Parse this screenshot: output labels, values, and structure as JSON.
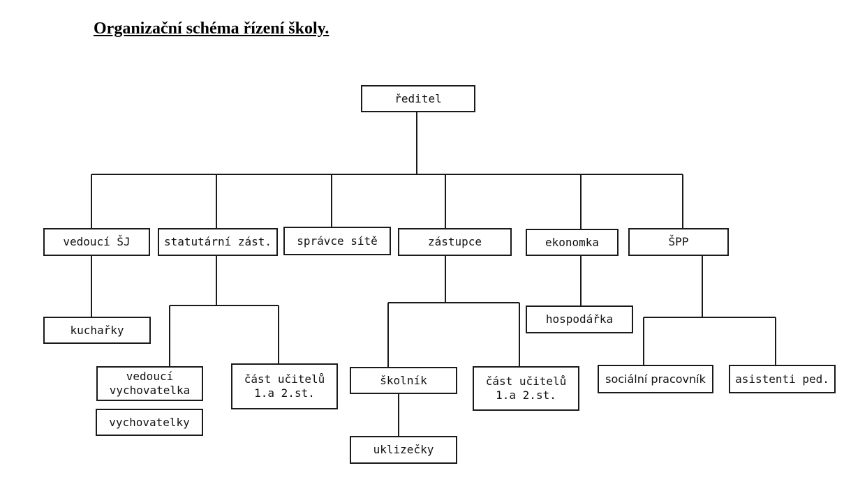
{
  "title": "Organizační schéma řízení školy.",
  "nodes": {
    "reditel": "ředitel",
    "vedouci_sj": "vedoucí ŠJ",
    "statutarni": "statutární zást.",
    "spravce": "správce sítě",
    "zastupce": "zástupce",
    "ekonomka": "ekonomka",
    "spp": "ŠPP",
    "kucharky": "kuchařky",
    "vedouci_vych": "vedoucí\nvychovatelka",
    "vychovatelky": "vychovatelky",
    "ucitele_a": "část učitelů\n1.a 2.st.",
    "skolnik": "školník",
    "uklizecky": "uklizečky",
    "ucitele_b": "část učitelů\n1.a 2.st.",
    "hospodarka": "hospodářka",
    "socialni": "sociální pracovník",
    "asistenti": "asistenti ped."
  }
}
